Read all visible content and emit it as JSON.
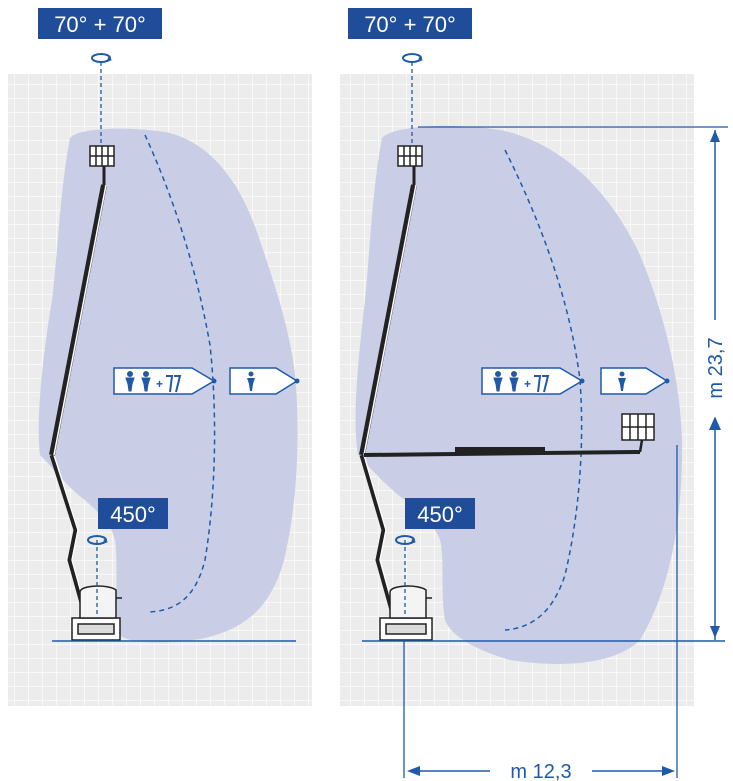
{
  "panels": {
    "left": {
      "rotation_top_label": "70° + 70°",
      "rotation_base_label": "450°",
      "load_tag_two_persons_tools": "two-persons-plus-tools-icon",
      "load_tag_one_person": "one-person-icon"
    },
    "right": {
      "rotation_top_label": "70° + 70°",
      "rotation_base_label": "450°",
      "load_tag_two_persons_tools": "two-persons-plus-tools-icon",
      "load_tag_one_person": "one-person-icon"
    }
  },
  "dimensions": {
    "height_label": "m 23,7",
    "outreach_label": "m 12,3"
  },
  "colors": {
    "label_box": "#1f4d9a",
    "envelope_fill": "#c9cee6",
    "dimension_line": "#1f5aa8",
    "grid_bg": "#ececec"
  }
}
